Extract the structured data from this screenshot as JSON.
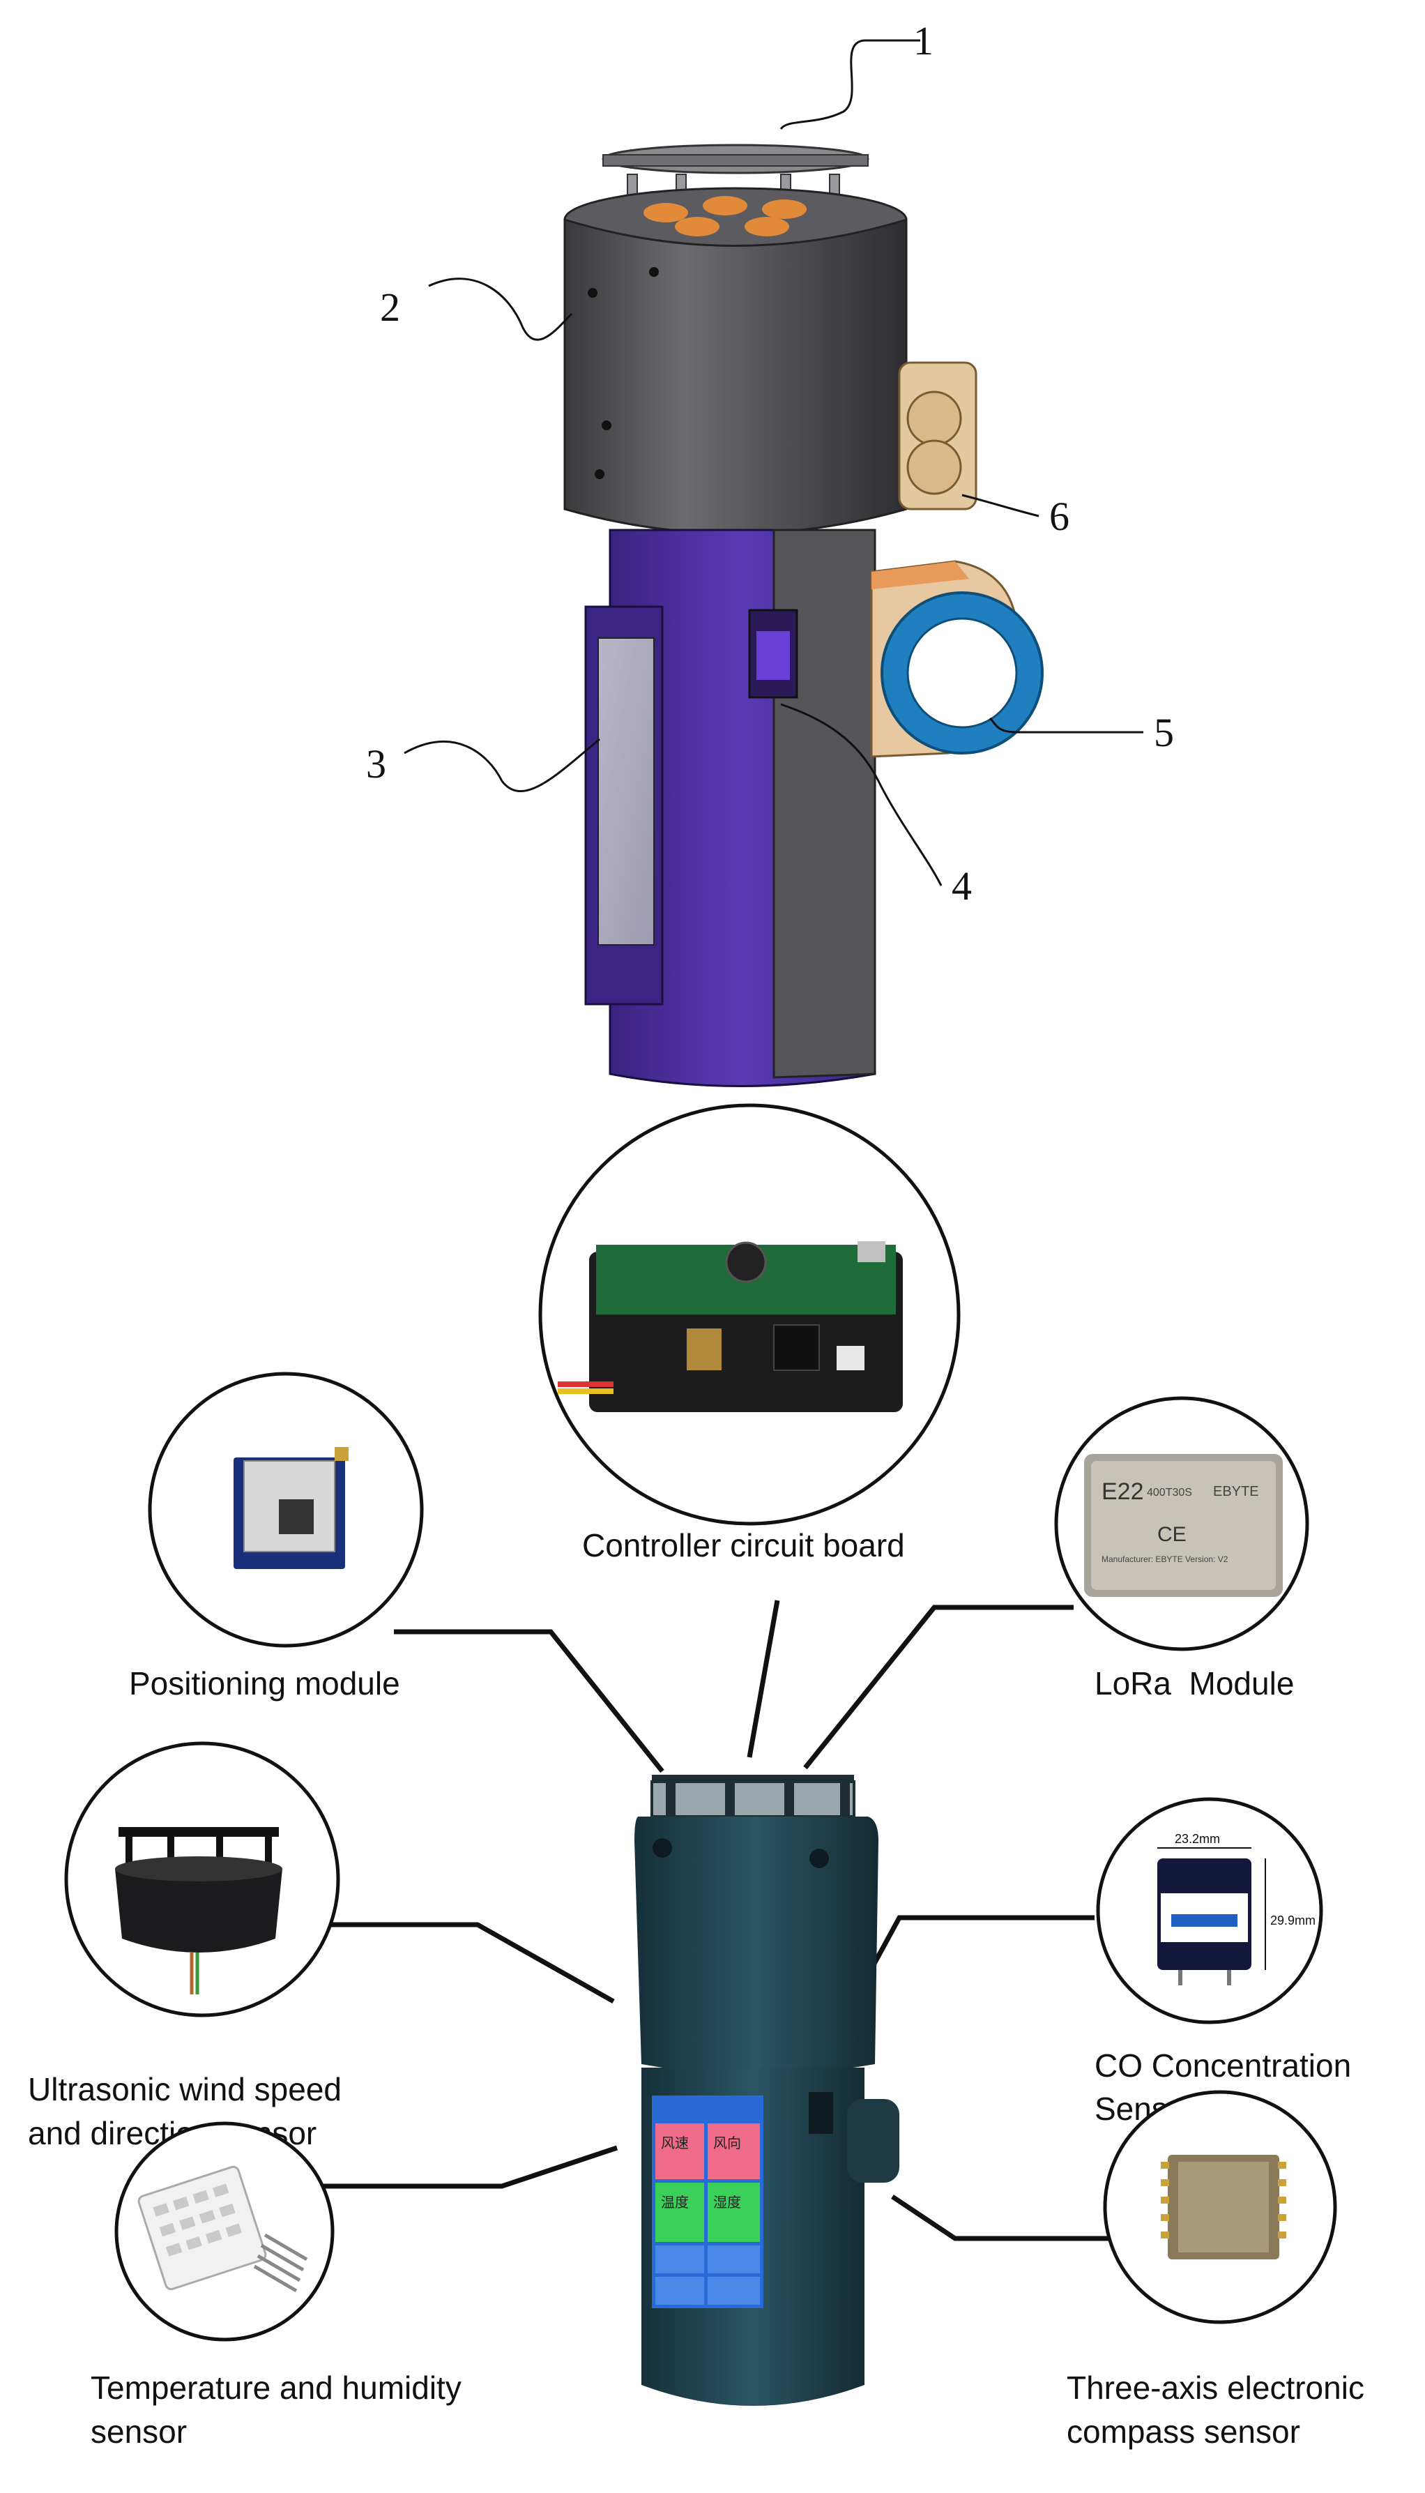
{
  "callouts": {
    "n1": "1",
    "n2": "2",
    "n3": "3",
    "n4": "4",
    "n5": "5",
    "n6": "6"
  },
  "components": {
    "controller": "Controller circuit board",
    "positioning": "Positioning module",
    "lora": "LoRa  Module",
    "ultrasonic_line1": "Ultrasonic wind speed",
    "ultrasonic_line2": "and direction sensor",
    "co_line1": "CO Concentration",
    "co_line2": "Sensor",
    "temp_line1": "Temperature and humidity",
    "temp_line2": "sensor",
    "compass_line1": "Three-axis electronic",
    "compass_line2": "compass sensor"
  },
  "photo_text": {
    "lora_chip_model": "E22",
    "lora_chip_id": "400T30S",
    "lora_brand": "EBYTE",
    "lora_ce": "CE",
    "lora_mfr": "Manufacturer: EBYTE   Version: V2",
    "co_width": "23.2mm",
    "co_height": "29.9mm",
    "screen_cells": [
      "风速",
      "风向",
      "温度",
      "湿度"
    ]
  },
  "colors": {
    "body_purple": "#4a2ea0",
    "body_grey": "#5a5a5e",
    "pcb_green": "#1f6b3a",
    "lora_ring_blue": "#1f7fbf",
    "device_teal": "#1f3d47"
  }
}
